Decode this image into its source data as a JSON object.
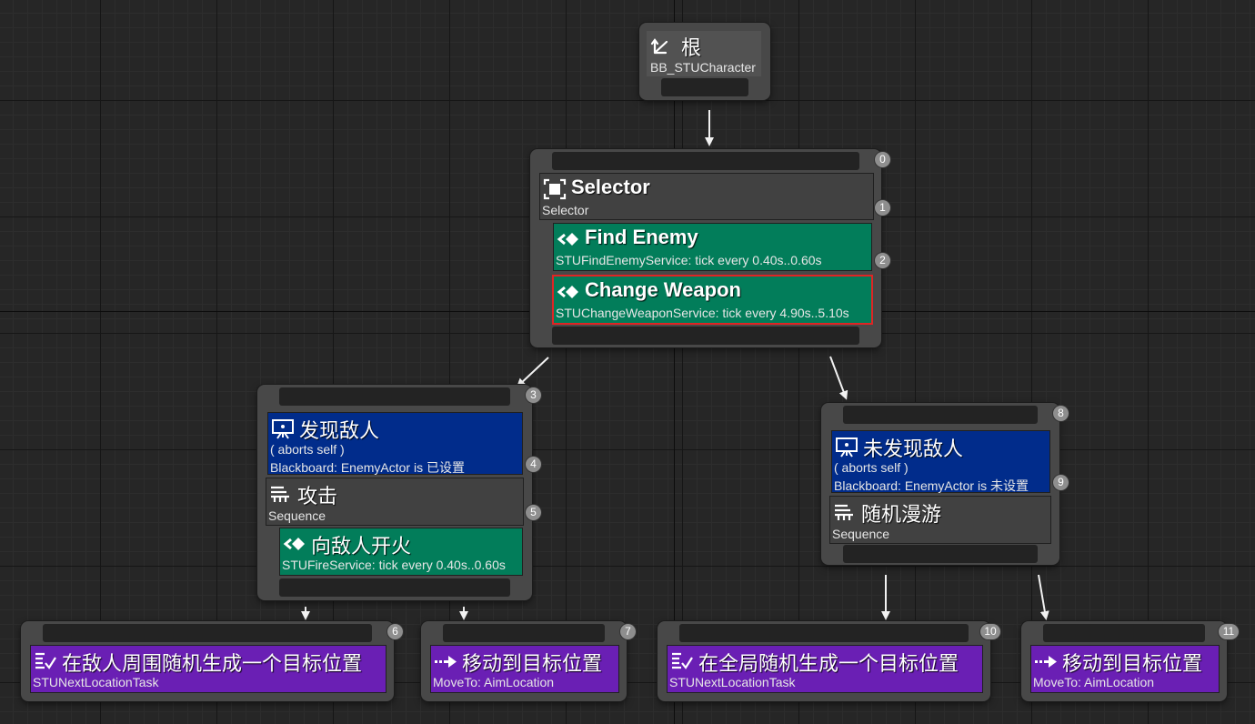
{
  "root": {
    "title": "根",
    "blackboard": "BB_STUCharacter"
  },
  "selector": {
    "index": "0",
    "comp_index": "1",
    "title": "Selector",
    "subtitle": "Selector",
    "services": [
      {
        "index": "2",
        "title": "Find Enemy",
        "subtitle": "STUFindEnemyService: tick every 0.40s..0.60s"
      },
      {
        "title": "Change Weapon",
        "subtitle": "STUChangeWeaponService: tick every 4.90s..5.10s"
      }
    ]
  },
  "attack_branch": {
    "index": "3",
    "decorator": {
      "index": "4",
      "title": "发现敌人",
      "line1": "( aborts self )",
      "line2": "Blackboard: EnemyActor is 已设置"
    },
    "composite": {
      "index": "5",
      "title": "攻击",
      "subtitle": "Sequence"
    },
    "service": {
      "title": "向敌人开火",
      "subtitle": "STUFireService: tick every 0.40s..0.60s"
    }
  },
  "wander_branch": {
    "index": "8",
    "decorator": {
      "index": "9",
      "title": "未发现敌人",
      "line1": "( aborts self )",
      "line2": "Blackboard: EnemyActor is 未设置"
    },
    "composite": {
      "title": "随机漫游",
      "subtitle": "Sequence"
    }
  },
  "tasks": [
    {
      "index": "6",
      "title": "在敌人周围随机生成一个目标位置",
      "subtitle": "STUNextLocationTask"
    },
    {
      "index": "7",
      "title": "移动到目标位置",
      "subtitle": "MoveTo: AimLocation"
    },
    {
      "index": "10",
      "title": "在全局随机生成一个目标位置",
      "subtitle": "STUNextLocationTask"
    },
    {
      "index": "11",
      "title": "移动到目标位置",
      "subtitle": "MoveTo: AimLocation"
    }
  ],
  "colors": {
    "composite": "#414141",
    "service": "#027d5a",
    "decorator": "#012c8b",
    "task": "#6a1fb4",
    "highlight": "#e02424",
    "background": "#262626"
  },
  "icons": {
    "root": "branch-icon",
    "selector": "selector-icon",
    "service": "service-icon",
    "decorator": "blackboard-icon",
    "sequence": "sequence-icon",
    "task_location": "list-check-icon",
    "task_move": "move-arrow-icon"
  }
}
